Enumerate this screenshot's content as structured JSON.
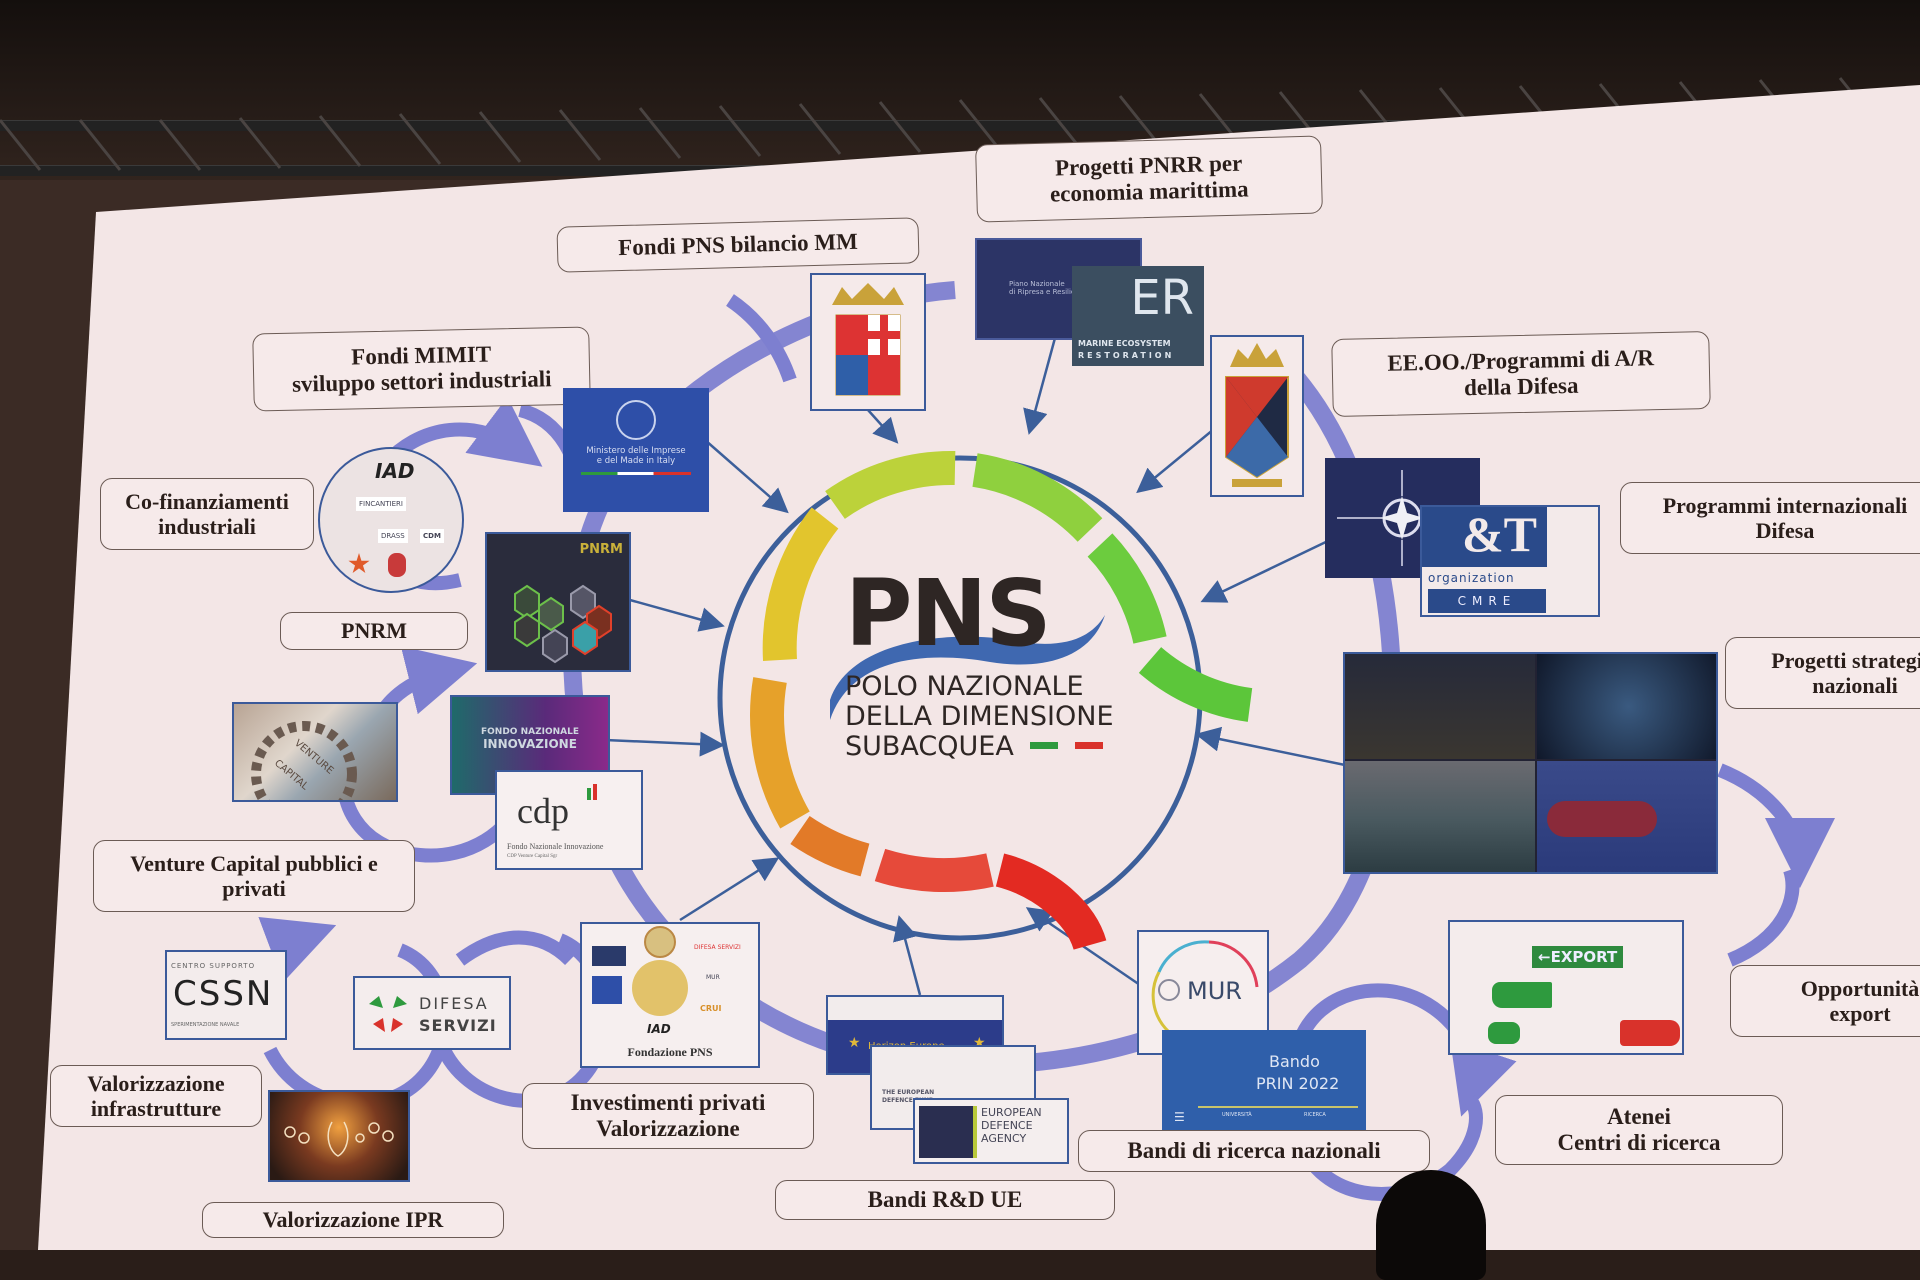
{
  "slide": {
    "center_logo": {
      "acronym": "PNS",
      "name_lines": [
        "POLO NAZIONALE",
        "DELLA DIMENSIONE",
        "SUBACQUEA"
      ]
    },
    "labels": [
      {
        "id": "fondi-pns",
        "lines": [
          "Fondi PNS bilancio MM"
        ]
      },
      {
        "id": "pnrr",
        "lines": [
          "Progetti PNRR per",
          "economia marittima"
        ]
      },
      {
        "id": "mimit",
        "lines": [
          "Fondi MIMIT",
          "sviluppo settori industriali"
        ]
      },
      {
        "id": "eeoo",
        "lines": [
          "EE.OO./Programmi di A/R",
          "della Difesa"
        ]
      },
      {
        "id": "cofin",
        "lines": [
          "Co-finanziamenti",
          "industriali"
        ]
      },
      {
        "id": "prog-int",
        "lines": [
          "Programmi internazionali",
          "Difesa"
        ]
      },
      {
        "id": "pnrm",
        "lines": [
          "PNRM"
        ]
      },
      {
        "id": "prog-strat",
        "lines": [
          "Progetti strategici",
          "nazionali"
        ]
      },
      {
        "id": "venture",
        "lines": [
          "Venture Capital pubblici e",
          "privati"
        ]
      },
      {
        "id": "opportunita",
        "lines": [
          "Opportunità",
          "export"
        ]
      },
      {
        "id": "valor-infra",
        "lines": [
          "Valorizzazione",
          "infrastrutture"
        ]
      },
      {
        "id": "invest",
        "lines": [
          "Investimenti privati",
          "Valorizzazione"
        ]
      },
      {
        "id": "atenei",
        "lines": [
          "Atenei",
          "Centri di ricerca"
        ]
      },
      {
        "id": "bandi-naz",
        "lines": [
          "Bandi di ricerca nazionali"
        ]
      },
      {
        "id": "bandi-ue",
        "lines": [
          "Bandi R&D UE"
        ]
      },
      {
        "id": "ipr",
        "lines": [
          "Valorizzazione IPR"
        ]
      }
    ],
    "cards": {
      "pnrr_card": {
        "lines": [
          "Piano Nazionale",
          "di Ripresa e Resilienza"
        ]
      },
      "mer": {
        "mark": "ER",
        "lines": [
          "MARINE ECOSYSTEM",
          "RESTORATION"
        ]
      },
      "mimit": {
        "lines": [
          "Ministero delle Imprese",
          "e del Made in Italy"
        ]
      },
      "pnrm": {
        "title": "PNRM"
      },
      "fni": {
        "lines": [
          "FONDO NAZIONALE",
          "INNOVAZIONE"
        ]
      },
      "cdp": {
        "mark": "cdp",
        "lines": [
          "Fondo Nazionale Innovazione",
          "CDP Venture Capital Sgr"
        ]
      },
      "iad": {
        "mark": "IAD",
        "logos": [
          "FINCANTIERI",
          "DRASS",
          "CDM"
        ]
      },
      "cmre": {
        "mark": "&T",
        "lines": [
          "organization",
          "CMRE"
        ]
      },
      "cssn": {
        "mark": "CSSN",
        "lines": [
          "CENTRO SUPPORTO",
          "SPERIMENTAZIONE NAVALE"
        ]
      },
      "difesa_servizi": {
        "lines": [
          "DIFESA",
          "SERVIZI"
        ]
      },
      "fondazione": {
        "caption": "Fondazione PNS",
        "logos": [
          "DIFESA SERVIZI",
          "MUR",
          "CRUI",
          "IAD"
        ]
      },
      "horizon": {
        "title": "Horizon Europe"
      },
      "edf": {
        "lines": [
          "THE EUROPEAN",
          "DEFENCE FUND"
        ]
      },
      "eda": {
        "lines": [
          "EUROPEAN",
          "DEFENCE",
          "AGENCY"
        ]
      },
      "mur": {
        "mark": "MUR"
      },
      "prin": {
        "lines": [
          "Bando",
          "PRIN 2022"
        ],
        "footer": [
          "UNIVERSITÀ",
          "RICERCA"
        ]
      },
      "export": {
        "sign": "←EXPORT"
      }
    },
    "colors": {
      "screen_bg": "#f3e6e6",
      "arrow_purple": "#7d7fd0",
      "line_blue": "#3c5f9a",
      "pns_dark": "#2e2624",
      "italy_green": "#2e9a3e",
      "italy_red": "#d9322b"
    }
  }
}
